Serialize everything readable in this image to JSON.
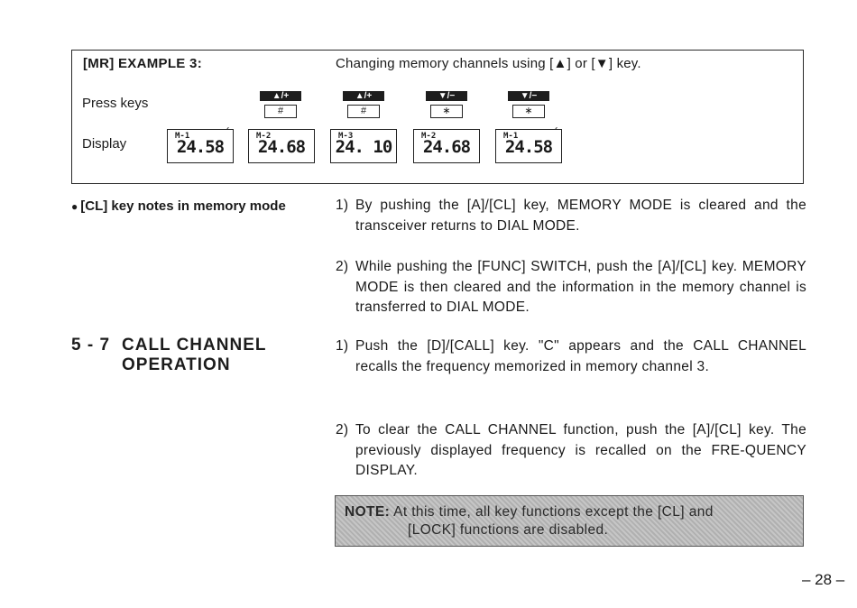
{
  "example": {
    "title": "[MR]  EXAMPLE  3:",
    "description": "Changing memory channels using [▲] or [▼] key.",
    "press_keys_label": "Press keys",
    "display_label": "Display",
    "keys": [
      {
        "cap": "▲/+",
        "label": "#"
      },
      {
        "cap": "▲/+",
        "label": "#"
      },
      {
        "cap": "▼/−",
        "label": "∗"
      },
      {
        "cap": "▼/−",
        "label": "∗"
      }
    ],
    "displays": [
      {
        "m": "M-1",
        "value": "24.58",
        "tick": "´"
      },
      {
        "m": "M-2",
        "value": "24.68",
        "tick": ""
      },
      {
        "m": "M-3",
        "value": "24. 10",
        "tick": ""
      },
      {
        "m": "M-2",
        "value": "24.68",
        "tick": ""
      },
      {
        "m": "M-1",
        "value": "24.58",
        "tick": "´"
      }
    ]
  },
  "cl_notes": {
    "heading": "[CL]  key notes in memory mode",
    "items": [
      {
        "num": "1)",
        "text": "By pushing the [A]/[CL] key, MEMORY MODE is cleared and the transceiver returns to DIAL MODE."
      },
      {
        "num": "2)",
        "text": "While pushing the [FUNC] SWITCH, push the [A]/[CL] key. MEMORY MODE is then cleared and the information in the memory channel is transferred to DIAL MODE."
      }
    ]
  },
  "section": {
    "number": "5 - 7",
    "title_line1": "CALL CHANNEL",
    "title_line2": "OPERATION",
    "items": [
      {
        "num": "1)",
        "text": "Push the [D]/[CALL] key. \"C\" appears and the CALL CHANNEL recalls the frequency memorized in memory channel 3."
      },
      {
        "num": "2)",
        "text": "To clear the CALL CHANNEL function, push the [A]/[CL] key. The previously displayed frequency is recalled on the FRE-QUENCY DISPLAY."
      }
    ]
  },
  "note": {
    "label": "NOTE:",
    "line1": "At this time, all key functions except the [CL] and",
    "line2": "[LOCK] functions are disabled."
  },
  "page_number": "– 28 –"
}
